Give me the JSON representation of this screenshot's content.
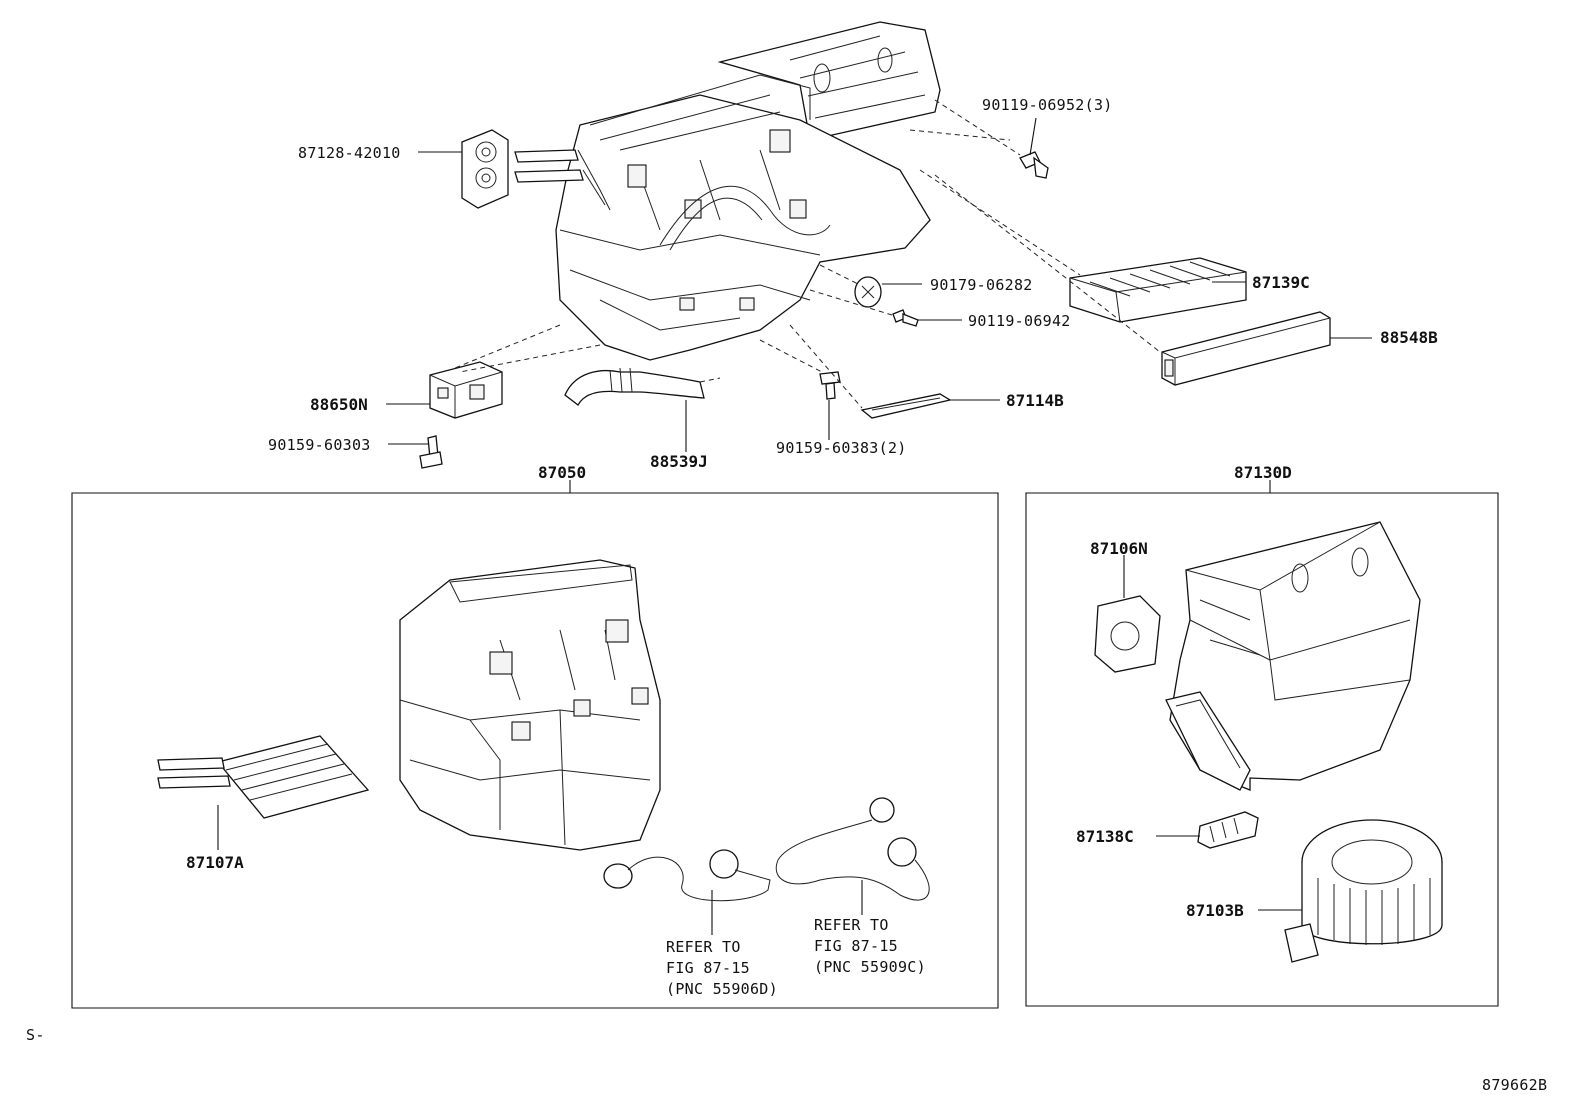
{
  "diagram": {
    "parts": {
      "p87128": "87128-42010",
      "p90119_06952": "90119-06952(3)",
      "p90179": "90179-06282",
      "p87139C": "87139C",
      "p90119_06942": "90119-06942",
      "p88548B": "88548B",
      "p88650N": "88650N",
      "p87114B": "87114B",
      "p90159_60303": "90159-60303",
      "p90159_60383": "90159-60383(2)",
      "p88539J": "88539J",
      "p87050": "87050",
      "p87130D": "87130D",
      "p87106N": "87106N",
      "p87107A": "87107A",
      "p87138C": "87138C",
      "p87103B": "87103B"
    },
    "refer1": {
      "line1": "REFER TO",
      "line2": "FIG 87-15",
      "line3": "(PNC 55906D)"
    },
    "refer2": {
      "line1": "REFER TO",
      "line2": "FIG 87-15",
      "line3": "(PNC 55909C)"
    },
    "footer": {
      "left_mark": "S-",
      "figure_code": "879662B"
    }
  }
}
